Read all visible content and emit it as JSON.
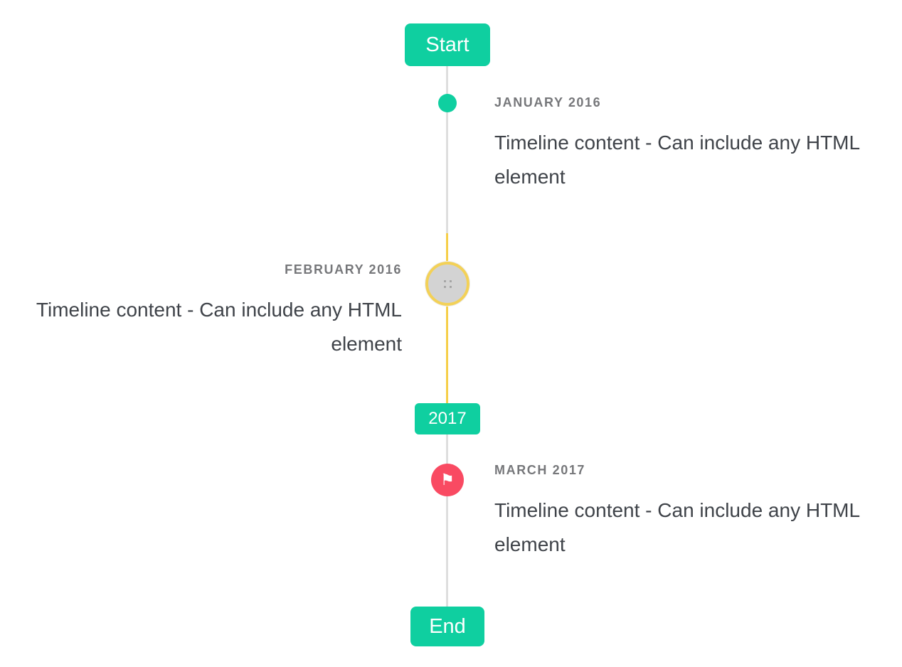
{
  "timeline": {
    "start_badge": "Start",
    "year_badge": "2017",
    "end_badge": "End",
    "icons": {
      "flag": "⚑"
    },
    "colors": {
      "accent_teal": "#0fcfa0",
      "line_gray": "#dedede",
      "highlight_yellow": "#f6cf49",
      "marker_gray_fill": "#d3d3d3",
      "marker_yellow_ring": "#f3d157",
      "marker_red": "#f94a62",
      "title_text": "#76777a",
      "body_text": "#3f4349"
    },
    "items": [
      {
        "title": "JANUARY 2016",
        "content": "Timeline content - Can include any HTML element",
        "side": "right",
        "marker": "teal-dot"
      },
      {
        "title": "FEBRUARY 2016",
        "content": "Timeline content - Can include any HTML element",
        "side": "left",
        "marker": "gray-circle-yellow-ring"
      },
      {
        "title": "MARCH 2017",
        "content": "Timeline content - Can include any HTML element",
        "side": "right",
        "marker": "red-flag-circle"
      }
    ]
  }
}
